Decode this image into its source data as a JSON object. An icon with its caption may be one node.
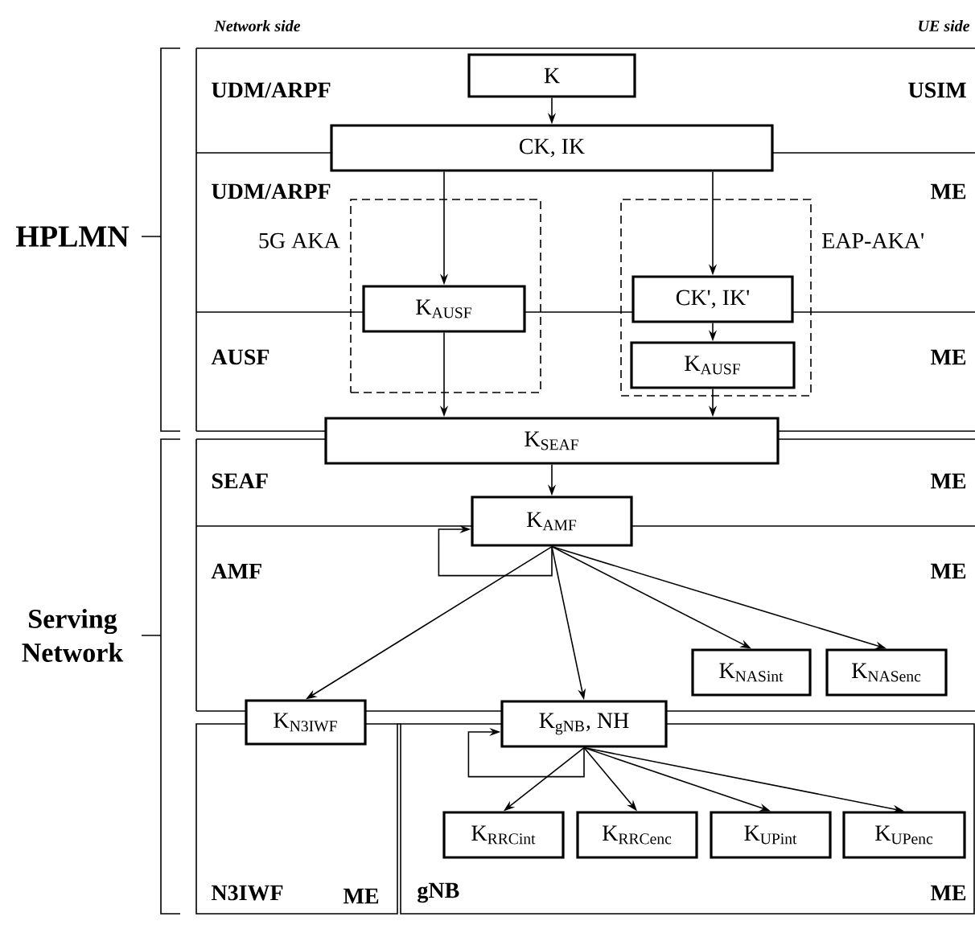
{
  "diagram": {
    "nodes": [
      {
        "text": [
          "K"
        ]
      },
      {
        "text": [
          "CK, IK"
        ]
      },
      {
        "text": [
          "5G AKA"
        ]
      },
      {
        "text": [
          "K$_{AUSF}$"
        ],
        "in": 2
      },
      {
        "text": [
          "EAP-AKA'"
        ]
      },
      {
        "text": [
          "CK', IK'"
        ],
        "in": 4
      },
      {
        "text": [
          "K$_{AUSF}$"
        ],
        "in": 4
      },
      {
        "text": [
          "K$_{SEAF}$"
        ]
      },
      {
        "text": [
          "K$_{AMF}$"
        ]
      },
      {
        "text": [
          "K$_{N3IWF}$"
        ]
      },
      {
        "text": [
          "K$_{gNB}$, NH"
        ]
      },
      {
        "text": [
          "K$_{NASint}$"
        ]
      },
      {
        "text": [
          "K$_{NASenc}$"
        ]
      },
      {
        "text": [
          "K$_{RRCint}$"
        ]
      },
      {
        "text": [
          "K$_{RRCenc}$"
        ]
      },
      {
        "text": [
          "K$_{UPint}$"
        ]
      },
      {
        "text": [
          "K$_{UPenc}$"
        ]
      }
    ],
    "edges": [
      {
        "from": 0,
        "to": 1,
        "arrow": "to"
      },
      {
        "from": 1,
        "to": 3,
        "arrow": "to"
      },
      {
        "from": 1,
        "to": 5,
        "arrow": "to"
      },
      {
        "from": 5,
        "to": 6,
        "arrow": "to"
      },
      {
        "from": 3,
        "to": 7,
        "arrow": "to"
      },
      {
        "from": 6,
        "to": 7,
        "arrow": "to"
      },
      {
        "from": 7,
        "to": 8,
        "arrow": "to"
      },
      {
        "from": 8,
        "to": 8,
        "arrow": "to"
      },
      {
        "from": 8,
        "to": 9,
        "arrow": "to"
      },
      {
        "from": 8,
        "to": 10,
        "arrow": "to"
      },
      {
        "from": 8,
        "to": 11,
        "arrow": "to"
      },
      {
        "from": 8,
        "to": 12,
        "arrow": "to"
      },
      {
        "from": 10,
        "to": 10,
        "arrow": "to"
      },
      {
        "from": 10,
        "to": 13,
        "arrow": "to"
      },
      {
        "from": 10,
        "to": 14,
        "arrow": "to"
      },
      {
        "from": 10,
        "to": 15,
        "arrow": "to"
      },
      {
        "from": 10,
        "to": 16,
        "arrow": "to"
      }
    ],
    "labels": [
      "Network side",
      "UE side",
      "HPLMN",
      "Serving Network",
      "UDM/ARPF",
      "USIM",
      "UDM/ARPF",
      "ME",
      "AUSF",
      "ME",
      "SEAF",
      "ME",
      "AMF",
      "ME",
      "N3IWF",
      "ME",
      "gNB",
      "ME"
    ]
  }
}
